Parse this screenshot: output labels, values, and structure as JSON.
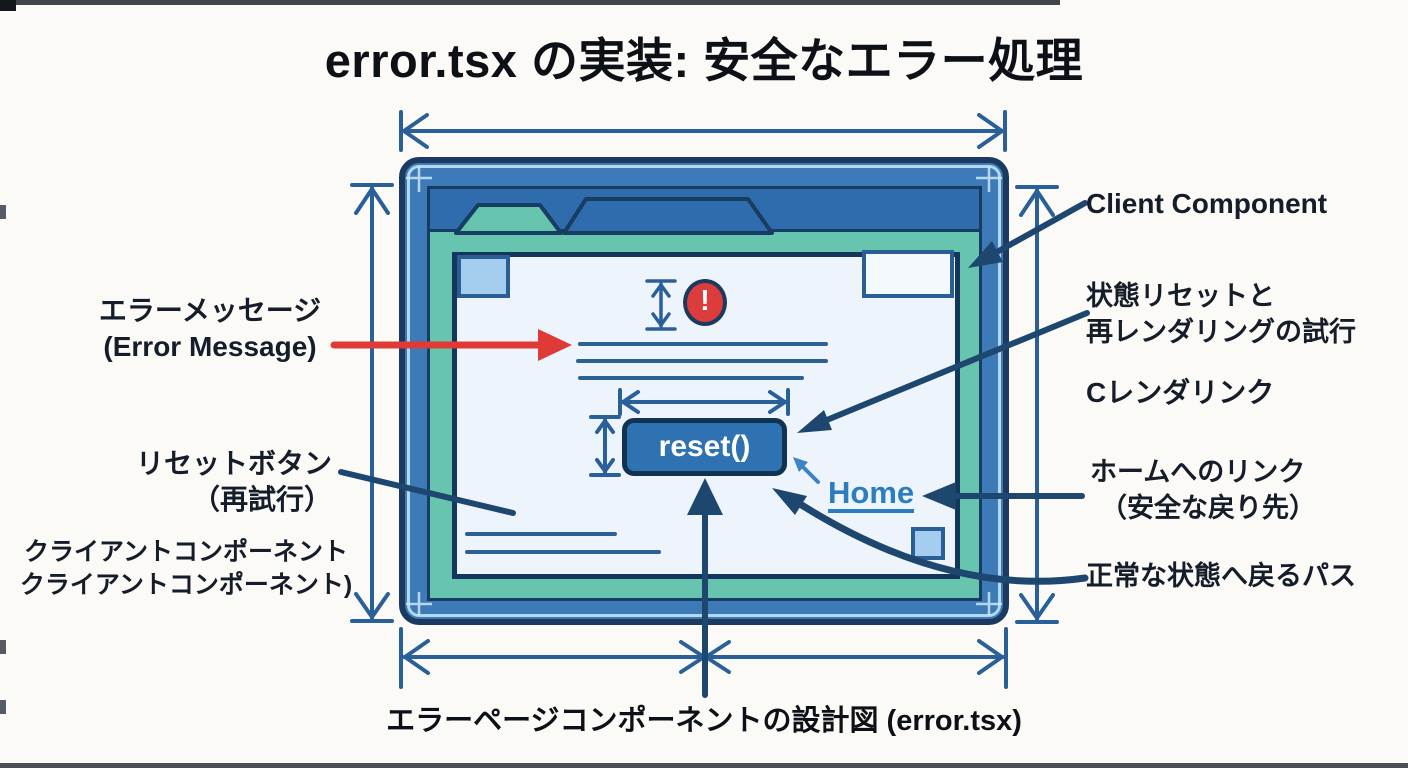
{
  "title": "error.tsx の実装: 安全なエラー処理",
  "caption": "エラーページコンポーネントの設計図 (error.tsx)",
  "window": {
    "error_icon_glyph": "!",
    "reset_button_label": "reset()",
    "home_link_label": "Home"
  },
  "labels": {
    "left": {
      "error_message_jp": "エラーメッセージ",
      "error_message_en": "(Error Message)",
      "reset_button_jp": "リセットボタン",
      "reset_button_sub": "（再試行）",
      "client_component_line1": "クライアントコンポーネント",
      "client_component_line2": "クライアントコンポーネント)"
    },
    "right": {
      "client_component": "Client Component",
      "state_reset_line1": "状態リセットと",
      "state_reset_line2": "再レンダリングの試行",
      "c_rendering": "Cレンダリンク",
      "home_link_line1": "ホームへのリンク",
      "home_link_line2": "（安全な戻り先）",
      "safe_path": "正常な状態へ戻るパス"
    }
  },
  "colors": {
    "frame_blue": "#3c7ab8",
    "header_blue": "#2f6cae",
    "tab_teal": "#67c4ae",
    "outline_navy": "#1c3a5f",
    "dimension_blue": "#2a6099",
    "connector_navy": "#1e4770",
    "content_background": "#eef4fb",
    "accent_red": "#df3a36",
    "button_blue": "#2f72b2",
    "link_blue": "#2b7cc1",
    "light_square_blue": "#a5cdf0"
  }
}
